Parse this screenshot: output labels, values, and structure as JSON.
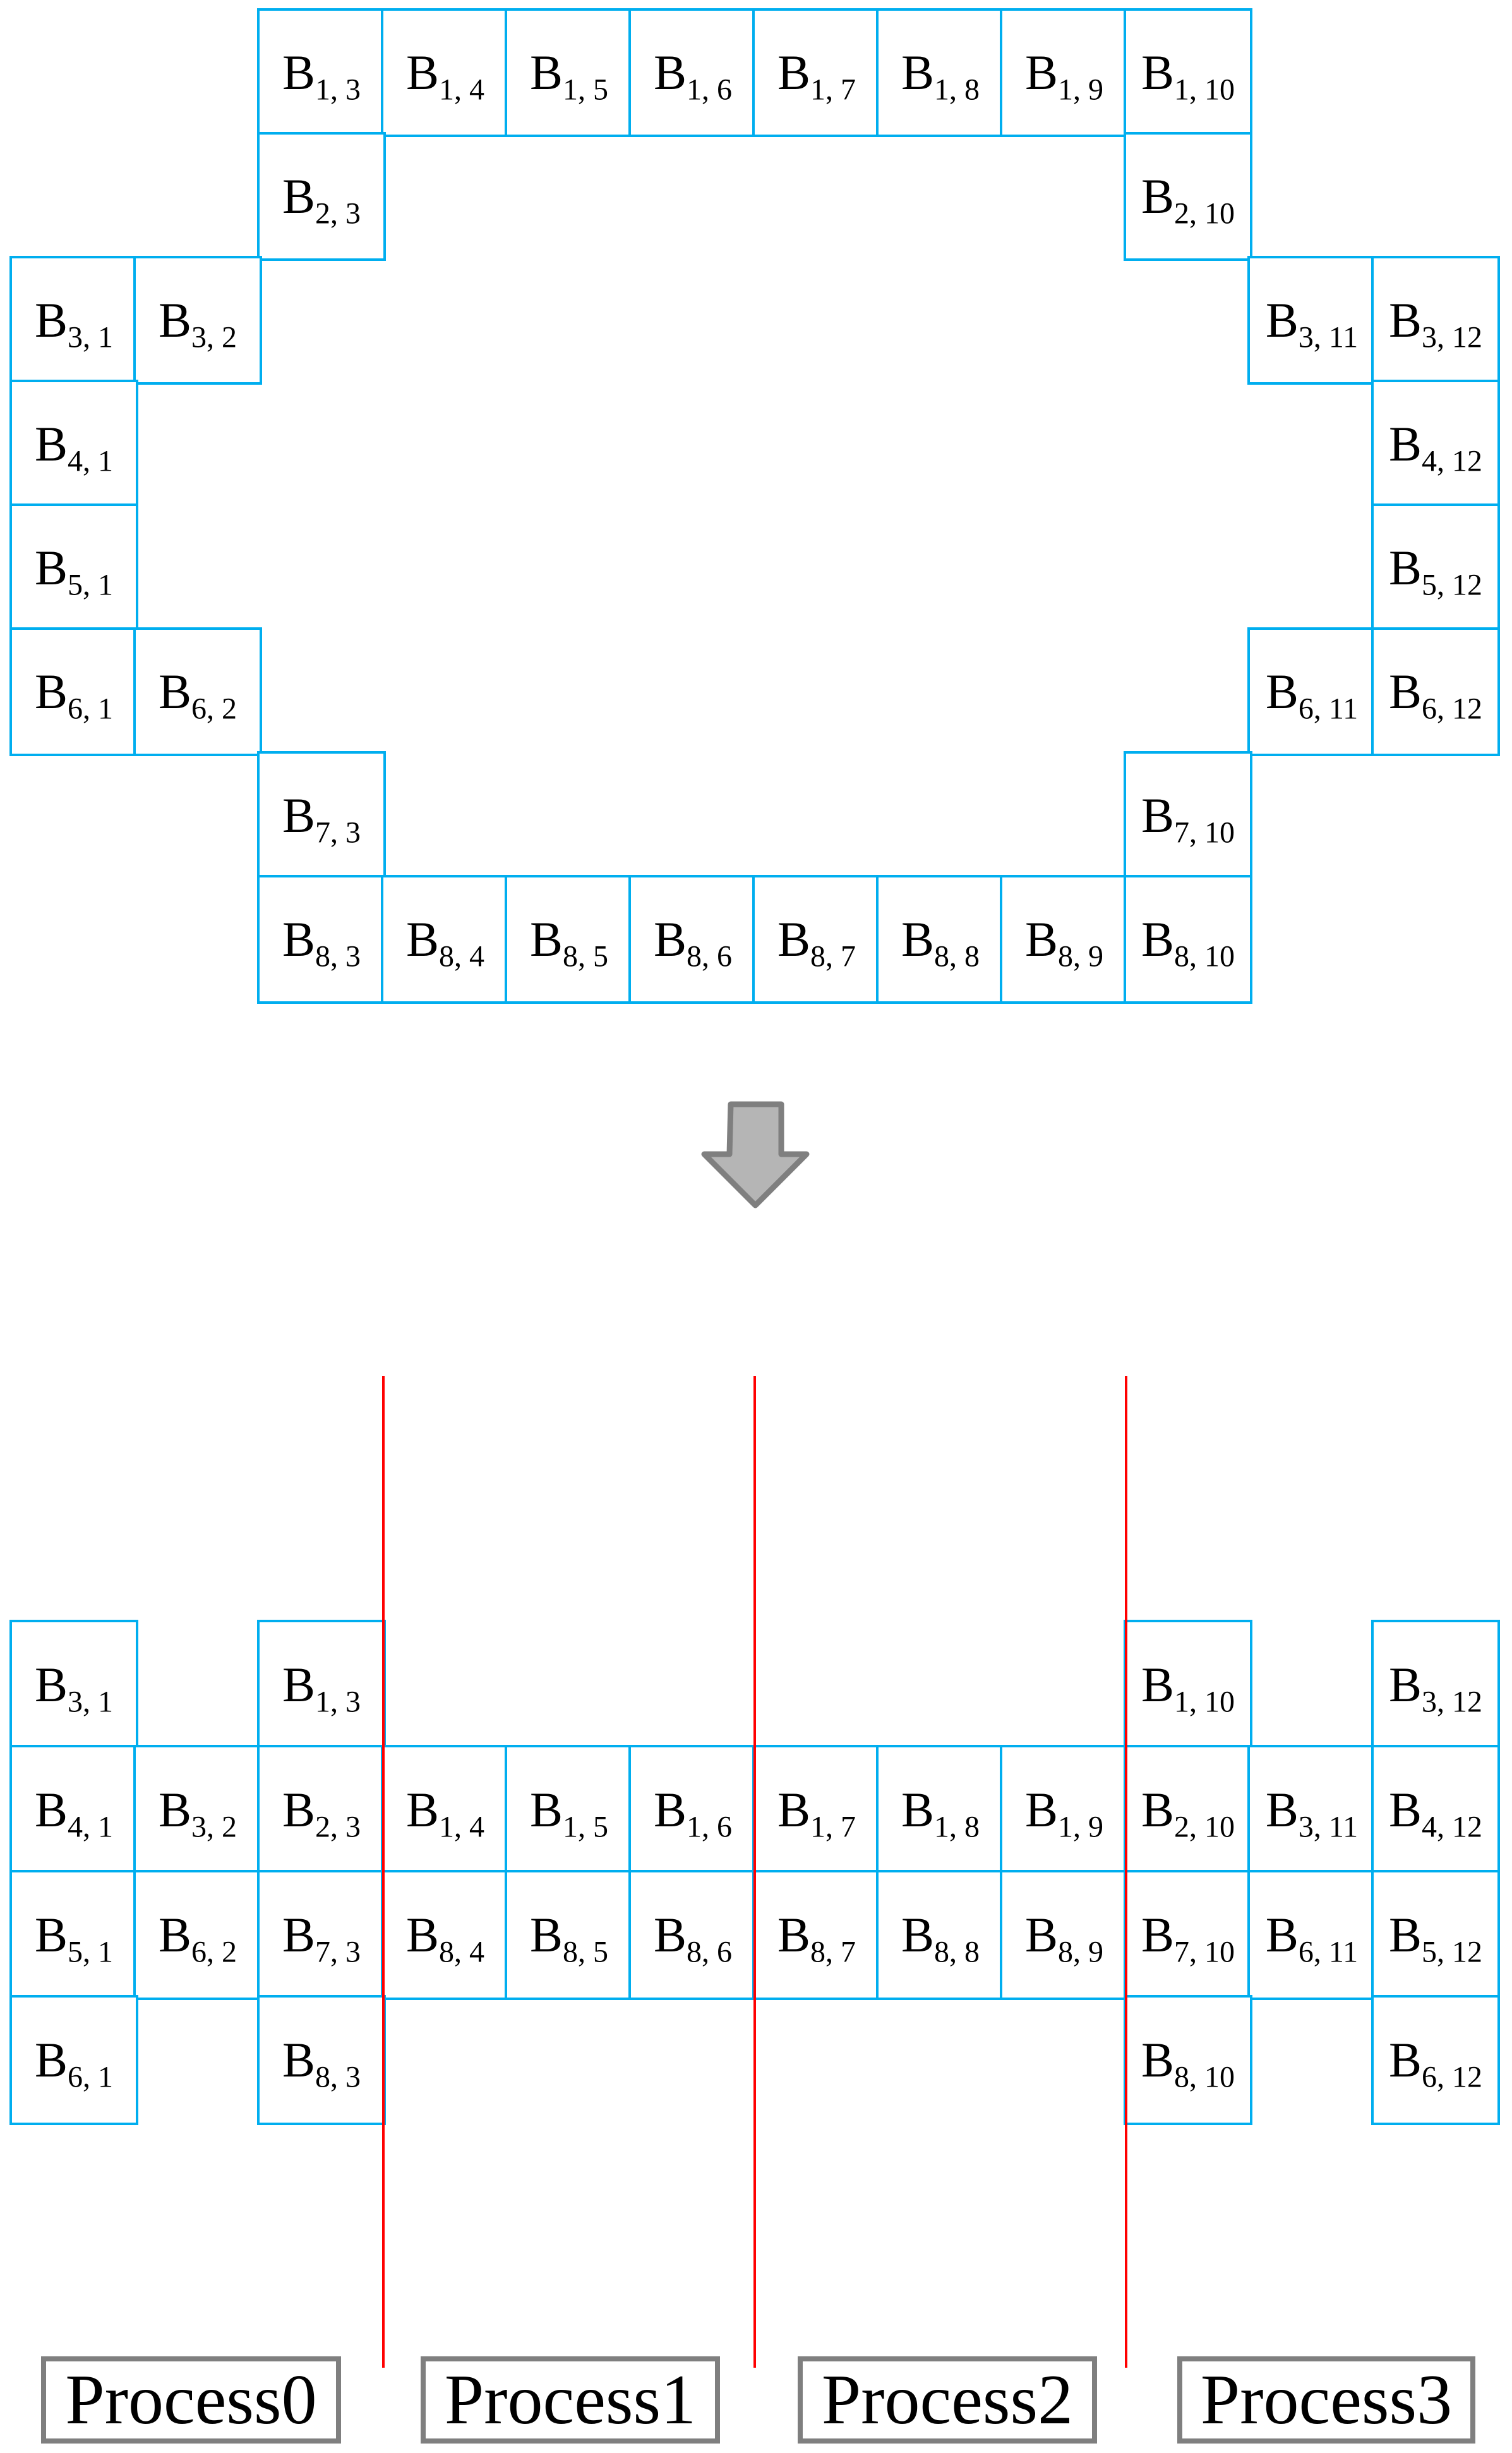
{
  "colors": {
    "block_border": "#00AEEF",
    "divider_line": "#FF0000",
    "arrow_fill": "#B5B5B5",
    "arrow_stroke": "#7F7F7F",
    "process_box_border": "#7F7F7F",
    "label_text": "#000000",
    "background": "#FFFFFF"
  },
  "arrow": {
    "icon": "down-block-arrow"
  },
  "matrix_before": {
    "description": "Boundary blocks of matrix B before redistribution (8 rows x 12 cols halo ring)",
    "cells": [
      {
        "r": 1,
        "c": 3,
        "base": "B",
        "sub": "1, 3"
      },
      {
        "r": 1,
        "c": 4,
        "base": "B",
        "sub": "1, 4"
      },
      {
        "r": 1,
        "c": 5,
        "base": "B",
        "sub": "1, 5"
      },
      {
        "r": 1,
        "c": 6,
        "base": "B",
        "sub": "1, 6"
      },
      {
        "r": 1,
        "c": 7,
        "base": "B",
        "sub": "1, 7"
      },
      {
        "r": 1,
        "c": 8,
        "base": "B",
        "sub": "1, 8"
      },
      {
        "r": 1,
        "c": 9,
        "base": "B",
        "sub": "1, 9"
      },
      {
        "r": 1,
        "c": 10,
        "base": "B",
        "sub": "1, 10"
      },
      {
        "r": 2,
        "c": 3,
        "base": "B",
        "sub": "2, 3"
      },
      {
        "r": 2,
        "c": 10,
        "base": "B",
        "sub": "2, 10"
      },
      {
        "r": 3,
        "c": 1,
        "base": "B",
        "sub": "3, 1"
      },
      {
        "r": 3,
        "c": 2,
        "base": "B",
        "sub": "3, 2"
      },
      {
        "r": 3,
        "c": 11,
        "base": "B",
        "sub": "3, 11"
      },
      {
        "r": 3,
        "c": 12,
        "base": "B",
        "sub": "3, 12"
      },
      {
        "r": 4,
        "c": 1,
        "base": "B",
        "sub": "4, 1"
      },
      {
        "r": 4,
        "c": 12,
        "base": "B",
        "sub": "4, 12"
      },
      {
        "r": 5,
        "c": 1,
        "base": "B",
        "sub": "5, 1"
      },
      {
        "r": 5,
        "c": 12,
        "base": "B",
        "sub": "5, 12"
      },
      {
        "r": 6,
        "c": 1,
        "base": "B",
        "sub": "6, 1"
      },
      {
        "r": 6,
        "c": 2,
        "base": "B",
        "sub": "6, 2"
      },
      {
        "r": 6,
        "c": 11,
        "base": "B",
        "sub": "6, 11"
      },
      {
        "r": 6,
        "c": 12,
        "base": "B",
        "sub": "6, 12"
      },
      {
        "r": 7,
        "c": 3,
        "base": "B",
        "sub": "7, 3"
      },
      {
        "r": 7,
        "c": 10,
        "base": "B",
        "sub": "7, 10"
      },
      {
        "r": 8,
        "c": 3,
        "base": "B",
        "sub": "8, 3"
      },
      {
        "r": 8,
        "c": 4,
        "base": "B",
        "sub": "8, 4"
      },
      {
        "r": 8,
        "c": 5,
        "base": "B",
        "sub": "8, 5"
      },
      {
        "r": 8,
        "c": 6,
        "base": "B",
        "sub": "8, 6"
      },
      {
        "r": 8,
        "c": 7,
        "base": "B",
        "sub": "8, 7"
      },
      {
        "r": 8,
        "c": 8,
        "base": "B",
        "sub": "8, 8"
      },
      {
        "r": 8,
        "c": 9,
        "base": "B",
        "sub": "8, 9"
      },
      {
        "r": 8,
        "c": 10,
        "base": "B",
        "sub": "8, 10"
      }
    ]
  },
  "matrix_after": {
    "description": "Same 32 blocks packed into 4 rows and divided among four processes",
    "cells": [
      {
        "r": 1,
        "c": 1,
        "base": "B",
        "sub": "3, 1"
      },
      {
        "r": 1,
        "c": 3,
        "base": "B",
        "sub": "1, 3"
      },
      {
        "r": 1,
        "c": 10,
        "base": "B",
        "sub": "1, 10"
      },
      {
        "r": 1,
        "c": 12,
        "base": "B",
        "sub": "3, 12"
      },
      {
        "r": 2,
        "c": 1,
        "base": "B",
        "sub": "4, 1"
      },
      {
        "r": 2,
        "c": 2,
        "base": "B",
        "sub": "3, 2"
      },
      {
        "r": 2,
        "c": 3,
        "base": "B",
        "sub": "2, 3"
      },
      {
        "r": 2,
        "c": 4,
        "base": "B",
        "sub": "1, 4"
      },
      {
        "r": 2,
        "c": 5,
        "base": "B",
        "sub": "1, 5"
      },
      {
        "r": 2,
        "c": 6,
        "base": "B",
        "sub": "1, 6"
      },
      {
        "r": 2,
        "c": 7,
        "base": "B",
        "sub": "1, 7"
      },
      {
        "r": 2,
        "c": 8,
        "base": "B",
        "sub": "1, 8"
      },
      {
        "r": 2,
        "c": 9,
        "base": "B",
        "sub": "1, 9"
      },
      {
        "r": 2,
        "c": 10,
        "base": "B",
        "sub": "2, 10"
      },
      {
        "r": 2,
        "c": 11,
        "base": "B",
        "sub": "3, 11"
      },
      {
        "r": 2,
        "c": 12,
        "base": "B",
        "sub": "4, 12"
      },
      {
        "r": 3,
        "c": 1,
        "base": "B",
        "sub": "5, 1"
      },
      {
        "r": 3,
        "c": 2,
        "base": "B",
        "sub": "6, 2"
      },
      {
        "r": 3,
        "c": 3,
        "base": "B",
        "sub": "7, 3"
      },
      {
        "r": 3,
        "c": 4,
        "base": "B",
        "sub": "8, 4"
      },
      {
        "r": 3,
        "c": 5,
        "base": "B",
        "sub": "8, 5"
      },
      {
        "r": 3,
        "c": 6,
        "base": "B",
        "sub": "8, 6"
      },
      {
        "r": 3,
        "c": 7,
        "base": "B",
        "sub": "8, 7"
      },
      {
        "r": 3,
        "c": 8,
        "base": "B",
        "sub": "8, 8"
      },
      {
        "r": 3,
        "c": 9,
        "base": "B",
        "sub": "8, 9"
      },
      {
        "r": 3,
        "c": 10,
        "base": "B",
        "sub": "7, 10"
      },
      {
        "r": 3,
        "c": 11,
        "base": "B",
        "sub": "6, 11"
      },
      {
        "r": 3,
        "c": 12,
        "base": "B",
        "sub": "5, 12"
      },
      {
        "r": 4,
        "c": 1,
        "base": "B",
        "sub": "6, 1"
      },
      {
        "r": 4,
        "c": 3,
        "base": "B",
        "sub": "8, 3"
      },
      {
        "r": 4,
        "c": 10,
        "base": "B",
        "sub": "8, 10"
      },
      {
        "r": 4,
        "c": 12,
        "base": "B",
        "sub": "6, 12"
      }
    ]
  },
  "processes": [
    {
      "label": "Process0"
    },
    {
      "label": "Process1"
    },
    {
      "label": "Process2"
    },
    {
      "label": "Process3"
    }
  ]
}
